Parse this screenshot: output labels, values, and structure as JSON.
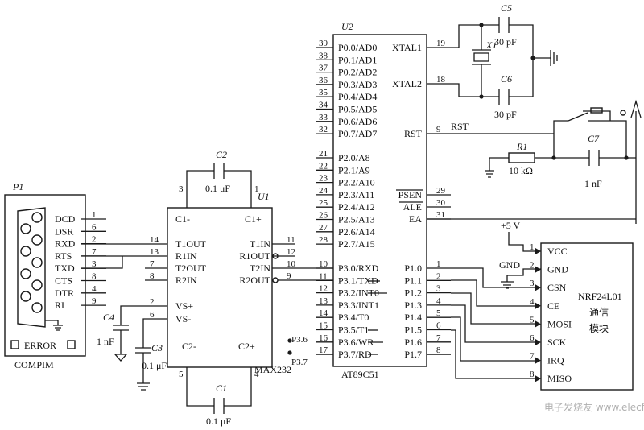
{
  "db9": {
    "ref": "P1",
    "name": "COMPIM",
    "error_label": "ERROR",
    "pins": [
      {
        "label": "DCD",
        "num": "1"
      },
      {
        "label": "DSR",
        "num": "6"
      },
      {
        "label": "RXD",
        "num": "2"
      },
      {
        "label": "RTS",
        "num": "7"
      },
      {
        "label": "TXD",
        "num": "3"
      },
      {
        "label": "CTS",
        "num": "8"
      },
      {
        "label": "DTR",
        "num": "4"
      },
      {
        "label": "RI",
        "num": "9"
      }
    ]
  },
  "max232": {
    "ref": "U1",
    "name": "MAX232",
    "top_labels": [
      "C1-",
      "C1+"
    ],
    "bottom_labels": [
      "C2-",
      "C2+"
    ],
    "left_pins": [
      {
        "label": "T1OUT",
        "num": "14"
      },
      {
        "label": "R1IN",
        "num": "13"
      },
      {
        "label": "T2OUT",
        "num": "7"
      },
      {
        "label": "R2IN",
        "num": "8"
      },
      {
        "label": "VS+",
        "num": "2"
      },
      {
        "label": "VS-",
        "num": "6"
      }
    ],
    "right_pins": [
      {
        "label": "T1IN",
        "num": "11"
      },
      {
        "label": "R1OUT",
        "num": "12"
      },
      {
        "label": "T2IN",
        "num": "10"
      },
      {
        "label": "R2OUT",
        "num": "9"
      }
    ],
    "pin_top_left": "3",
    "pin_top_right": "1",
    "pin_bottom_left": "5",
    "pin_bottom_right": "4"
  },
  "caps": {
    "c1": {
      "ref": "C1",
      "value": "0.1 μF"
    },
    "c2": {
      "ref": "C2",
      "value": "0.1 μF"
    },
    "c3": {
      "ref": "C3",
      "value": "0.1 μF"
    },
    "c4": {
      "ref": "C4",
      "value": "1 nF"
    },
    "c5": {
      "ref": "C5",
      "value": "30 pF"
    },
    "c6": {
      "ref": "C6",
      "value": "30 pF"
    },
    "c7": {
      "ref": "C7",
      "value": "1 nF"
    }
  },
  "crystal": {
    "ref": "X1"
  },
  "resistor": {
    "ref": "R1",
    "value": "10 kΩ"
  },
  "mcu": {
    "ref": "U2",
    "name": "AT89C51",
    "p0": [
      {
        "num": "39",
        "label": "P0.0/AD0"
      },
      {
        "num": "38",
        "label": "P0.1/AD1"
      },
      {
        "num": "37",
        "label": "P0.2/AD2"
      },
      {
        "num": "36",
        "label": "P0.3/AD3"
      },
      {
        "num": "35",
        "label": "P0.4/AD4"
      },
      {
        "num": "34",
        "label": "P0.5/AD5"
      },
      {
        "num": "33",
        "label": "P0.6/AD6"
      },
      {
        "num": "32",
        "label": "P0.7/AD7"
      }
    ],
    "p2": [
      {
        "num": "21",
        "label": "P2.0/A8"
      },
      {
        "num": "22",
        "label": "P2.1/A9"
      },
      {
        "num": "23",
        "label": "P2.2/A10"
      },
      {
        "num": "24",
        "label": "P2.3/A11"
      },
      {
        "num": "25",
        "label": "P2.4/A12"
      },
      {
        "num": "26",
        "label": "P2.5/A13"
      },
      {
        "num": "27",
        "label": "P2.6/A14"
      },
      {
        "num": "28",
        "label": "P2.7/A15"
      }
    ],
    "p3": [
      {
        "num": "10",
        "label": "P3.0/RXD"
      },
      {
        "num": "11",
        "label": "P3.1/TXD"
      },
      {
        "num": "12",
        "label": "P3.2/INT0"
      },
      {
        "num": "13",
        "label": "P3.3/INT1"
      },
      {
        "num": "14",
        "label": "P3.4/T0"
      },
      {
        "num": "15",
        "label": "P3.5/T1"
      },
      {
        "num": "16",
        "label": "P3.6/WR"
      },
      {
        "num": "17",
        "label": "P3.7/RD"
      }
    ],
    "p1": [
      {
        "num": "1",
        "label": "P1.0"
      },
      {
        "num": "2",
        "label": "P1.1"
      },
      {
        "num": "3",
        "label": "P1.2"
      },
      {
        "num": "4",
        "label": "P1.3"
      },
      {
        "num": "5",
        "label": "P1.4"
      },
      {
        "num": "6",
        "label": "P1.5"
      },
      {
        "num": "7",
        "label": "P1.6"
      },
      {
        "num": "8",
        "label": "P1.7"
      }
    ],
    "right_top": [
      {
        "num": "19",
        "label": "XTAL1"
      },
      {
        "num": "18",
        "label": "XTAL2"
      },
      {
        "num": "9",
        "label": "RST"
      }
    ],
    "right_mid": [
      {
        "num": "29",
        "label": "PSEN"
      },
      {
        "num": "30",
        "label": "ALE"
      },
      {
        "num": "31",
        "label": "EA"
      }
    ],
    "rst_net": "RST",
    "p36_net": "P3.6",
    "p37_net": "P3.7"
  },
  "nrf": {
    "pins": [
      {
        "num": "1",
        "label": "VCC"
      },
      {
        "num": "2",
        "label": "GND"
      },
      {
        "num": "3",
        "label": "CSN"
      },
      {
        "num": "4",
        "label": "CE"
      },
      {
        "num": "5",
        "label": "MOSI"
      },
      {
        "num": "6",
        "label": "SCK"
      },
      {
        "num": "7",
        "label": "IRQ"
      },
      {
        "num": "8",
        "label": "MISO"
      }
    ],
    "name": "NRF24L01",
    "name_cn1": "通信",
    "name_cn2": "模块",
    "vcc_label": "+5 V",
    "gnd_label": "GND"
  },
  "watermark": "电子发烧友 www.elecfans.com"
}
